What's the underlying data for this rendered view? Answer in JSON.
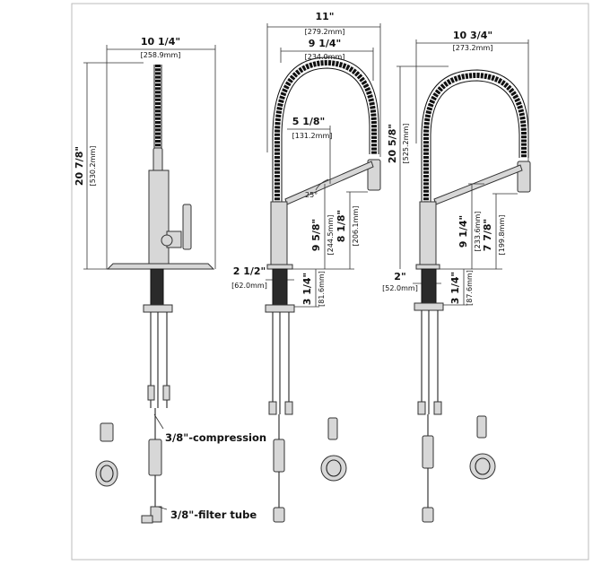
{
  "faucet_1": {
    "width_in": "10 1/4\"",
    "width_mm": "[258.9mm]",
    "height_in": "20 7/8\"",
    "height_mm": "[530.2mm]"
  },
  "faucet_2": {
    "overall_width_in": "11\"",
    "overall_width_mm": "[279.2mm]",
    "spout_reach_in": "9 1/4\"",
    "spout_reach_mm": "[234.0mm]",
    "handle_reach_in": "5 1/8\"",
    "handle_reach_mm": "[131.2mm]",
    "angle": "25°",
    "spout_height_in": "9 5/8\"",
    "spout_height_mm": "[244.5mm]",
    "spray_height_in": "8 1/8\"",
    "spray_height_mm": "[206.1mm]",
    "base_diameter_in": "2 1/2\"",
    "base_diameter_mm": "[62.0mm]",
    "shank_length_in": "3 1/4\"",
    "shank_length_mm": "[81.6mm]"
  },
  "faucet_3": {
    "overall_width_in": "10 3/4\"",
    "overall_width_mm": "[273.2mm]",
    "height_in": "20 5/8\"",
    "height_mm": "[525.2mm]",
    "spout_height_in": "9 1/4\"",
    "spout_height_mm": "[233.6mm]",
    "spray_height_in": "7 7/8\"",
    "spray_height_mm": "[199.8mm]",
    "base_diameter_in": "2\"",
    "base_diameter_mm": "[52.0mm]",
    "shank_length_in": "3 1/4\"",
    "shank_length_mm": "[87.6mm]"
  },
  "callouts": {
    "compression": "3/8\"-compression",
    "filter_tube": "3/8\"-filter tube"
  }
}
